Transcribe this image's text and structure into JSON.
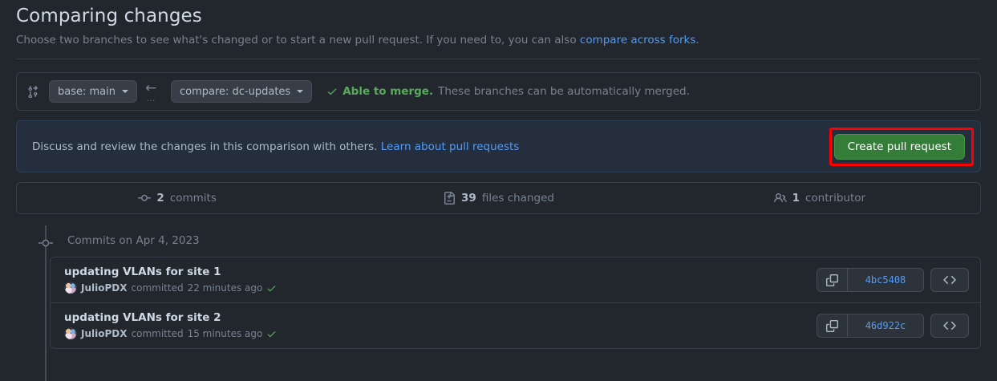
{
  "header": {
    "title": "Comparing changes",
    "subtitle_prefix": "Choose two branches to see what's changed or to start a new pull request. If you need to, you can also ",
    "subtitle_link": "compare across forks",
    "subtitle_suffix": "."
  },
  "compare_bar": {
    "compare_icon": "git-compare-icon",
    "base_label": "base: main",
    "arrow_icon": "arrow-left-icon",
    "arrow_dots": "...",
    "compare_label": "compare: dc-updates",
    "status_check_icon": "check-icon",
    "status_strong": "Able to merge.",
    "status_text": "These branches can be automatically merged.",
    "status_color": "#57ab5a"
  },
  "discuss_banner": {
    "text": "Discuss and review the changes in this comparison with others.",
    "link": "Learn about pull requests",
    "button_label": "Create pull request",
    "button_color": "#347d39",
    "annotation_color": "#ff0000",
    "annotation_name": "red-highlight-box"
  },
  "stats": [
    {
      "icon": "commit-icon",
      "value": "2",
      "label": "commits",
      "name": "stat-commits"
    },
    {
      "icon": "file-diff-icon",
      "value": "39",
      "label": "files changed",
      "name": "stat-files-changed"
    },
    {
      "icon": "people-icon",
      "value": "1",
      "label": "contributor",
      "name": "stat-contributors"
    }
  ],
  "timeline": {
    "node_icon": "commit-node-icon",
    "date_heading": "Commits on Apr 4, 2023",
    "commits": [
      {
        "title": "updating VLANs for site 1",
        "author": "JulioPDX",
        "verb": "committed",
        "time": "22 minutes ago",
        "verified_icon": "check-icon",
        "copy_icon": "copy-icon",
        "sha": "4bc5408",
        "browse_icon": "code-icon"
      },
      {
        "title": "updating VLANs for site 2",
        "author": "JulioPDX",
        "verb": "committed",
        "time": "15 minutes ago",
        "verified_icon": "check-icon",
        "copy_icon": "copy-icon",
        "sha": "46d922c",
        "browse_icon": "code-icon"
      }
    ]
  }
}
